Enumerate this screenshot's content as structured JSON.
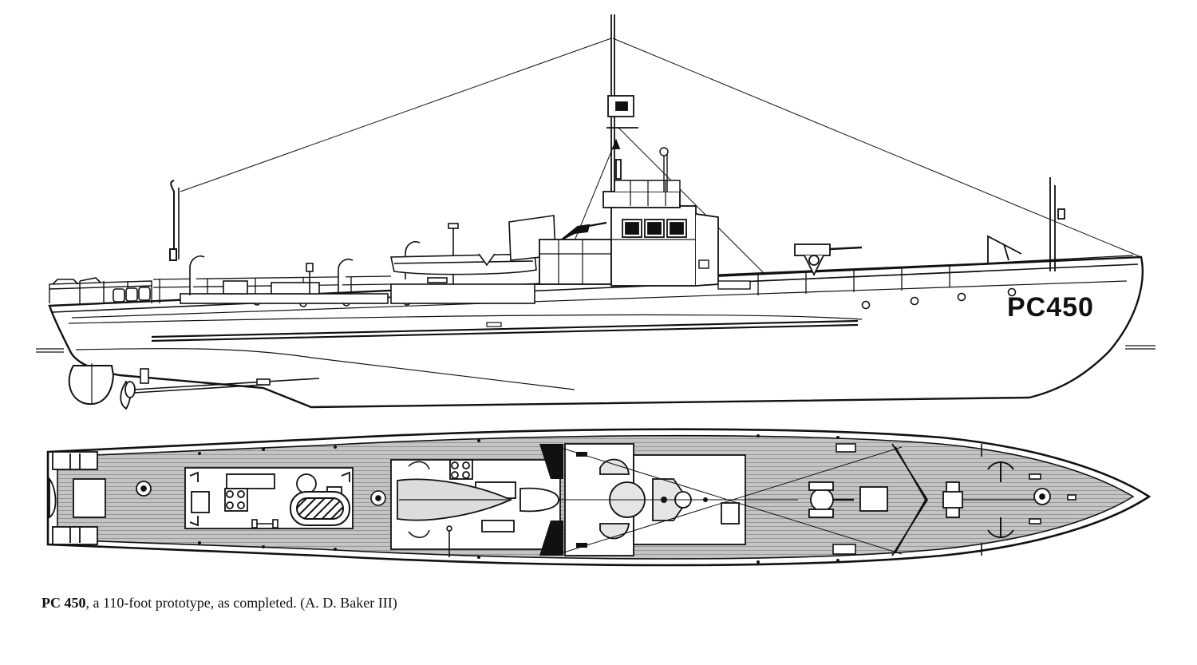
{
  "profile": {
    "hull_number": "PC450"
  },
  "caption": {
    "lead": "PC 450",
    "rest": ", a 110-foot prototype, as completed. (A. D. Baker III)"
  },
  "colors": {
    "ink": "#111111",
    "deck": "#bdbdbd",
    "paper": "#ffffff"
  }
}
